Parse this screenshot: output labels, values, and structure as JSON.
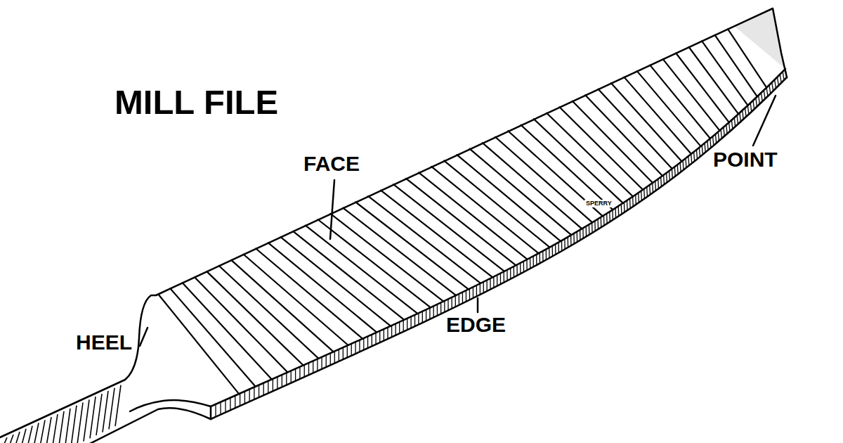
{
  "diagram": {
    "title": "MILL FILE",
    "labels": [
      "FACE",
      "EDGE",
      "POINT",
      "HEEL",
      "SPERRY"
    ]
  }
}
